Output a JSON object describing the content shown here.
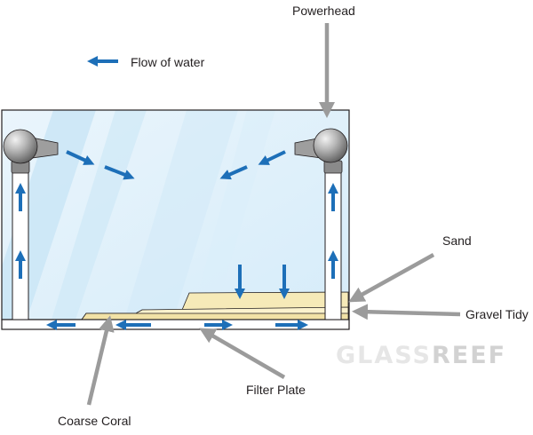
{
  "labels": {
    "powerhead": "Powerhead",
    "flow_of_water": "Flow of water",
    "sand": "Sand",
    "gravel_tidy": "Gravel Tidy",
    "filter_plate": "Filter Plate",
    "coarse_coral": "Coarse Coral"
  },
  "watermark": {
    "part1": "GLASS",
    "part2": "REEF"
  },
  "colors": {
    "water_light": "#e4f2fb",
    "water_mid": "#c8e5f6",
    "flow_arrow": "#1d6fb8",
    "pointer_arrow": "#9b9b9b",
    "sand": "#f6eab8",
    "gravel_tidy": "#fbf2cd",
    "tank_outline": "#231f20"
  },
  "icons": {
    "flow_arrow": "blue-flow-arrow-icon",
    "pointer_arrow": "grey-pointer-arrow-icon",
    "powerhead": "powerhead-pump-icon"
  }
}
